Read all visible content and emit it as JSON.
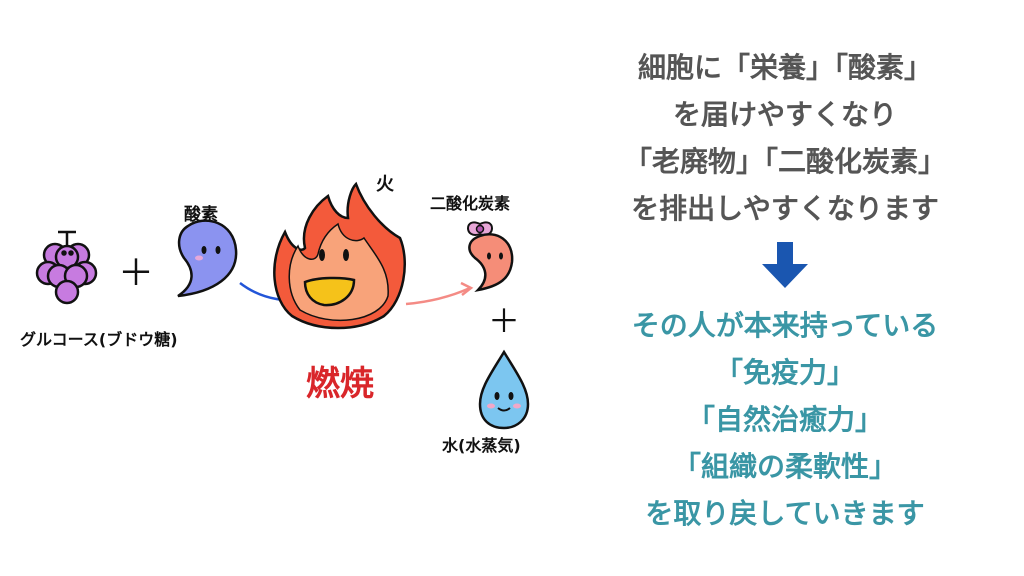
{
  "diagram": {
    "labels": {
      "glucose": "グルコース(ブドウ糖)",
      "oxygen": "酸素",
      "fire": "火",
      "co2": "二酸化炭素",
      "combustion": "燃焼",
      "water": "水(水蒸気)",
      "plus1": "＋",
      "plus2": "＋"
    },
    "colors": {
      "grape": "#c77be0",
      "oxygen_blob": "#8b93f0",
      "flame": "#f35a3b",
      "flame_inner": "#f8a37a",
      "co2_blob": "#f58d78",
      "water_drop": "#7cc6f0",
      "combustion_text": "#d9262a"
    }
  },
  "explanation": {
    "lines_gray": [
      "細胞に「栄養」「酸素」",
      "を届けやすくなり",
      "「老廃物」「二酸化炭素」",
      "を排出しやすくなります"
    ],
    "lines_teal": [
      "その人が本来持っている",
      "「免疫力」",
      "「自然治癒力」",
      "「組織の柔軟性」",
      "を取り戻していきます"
    ],
    "colors": {
      "gray_text": "#555555",
      "teal_text": "#3a96a5",
      "arrow": "#1a56b0"
    }
  }
}
